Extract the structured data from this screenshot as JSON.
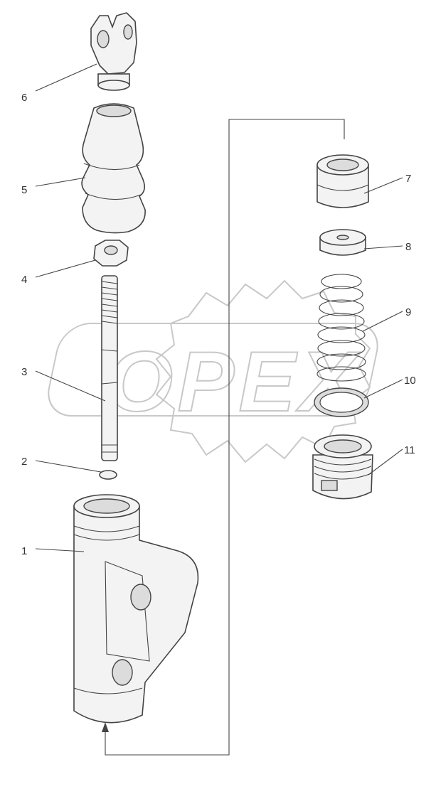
{
  "watermark": {
    "text": "OPEX"
  },
  "callouts": [
    {
      "id": "1",
      "label": "1"
    },
    {
      "id": "2",
      "label": "2"
    },
    {
      "id": "3",
      "label": "3"
    },
    {
      "id": "4",
      "label": "4"
    },
    {
      "id": "5",
      "label": "5"
    },
    {
      "id": "6",
      "label": "6"
    },
    {
      "id": "7",
      "label": "7"
    },
    {
      "id": "8",
      "label": "8"
    },
    {
      "id": "9",
      "label": "9"
    },
    {
      "id": "10",
      "label": "10"
    },
    {
      "id": "11",
      "label": "11"
    }
  ]
}
